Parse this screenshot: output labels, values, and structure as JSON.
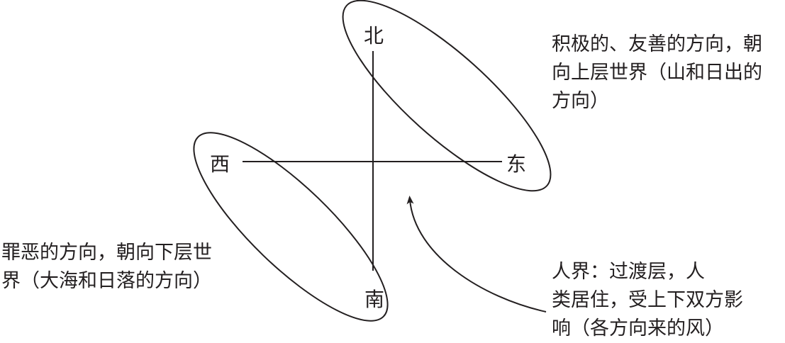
{
  "directions": {
    "north": "北",
    "south": "南",
    "east": "东",
    "west": "西"
  },
  "annotations": {
    "upper": [
      "积极的、友善的方向，朝",
      "向上层世界（山和日出的",
      "方向）"
    ],
    "lower": [
      "罪恶的方向，朝向下层世",
      "界（大海和日落的方向）"
    ],
    "human": [
      "人界：过渡层，人",
      "类居住，受上下双方影",
      "响（各方向来的风）"
    ]
  },
  "colors": {
    "ink": "#231f20",
    "background": "#ffffff"
  }
}
